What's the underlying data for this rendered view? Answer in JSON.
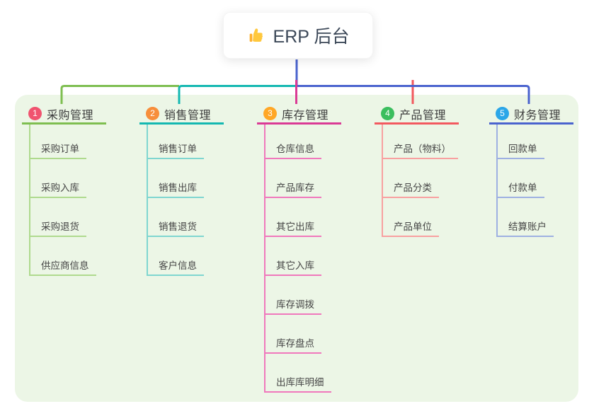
{
  "root": {
    "title": "ERP 后台",
    "icon": "thumbs-up-icon",
    "line_color": "#4A63CE"
  },
  "panel": {
    "bg_color": "#ECF6E6"
  },
  "branches": [
    {
      "badge": "1",
      "badge_color": "#F0536F",
      "label": "采购管理",
      "line_color": "#7EBE50",
      "child_line_color": "#AFDA8E",
      "children": [
        "采购订单",
        "采购入库",
        "采购退货",
        "供应商信息"
      ]
    },
    {
      "badge": "2",
      "badge_color": "#F78E3B",
      "label": "销售管理",
      "line_color": "#14B8B1",
      "child_line_color": "#7FD6D0",
      "children": [
        "销售订单",
        "销售出库",
        "销售退货",
        "客户信息"
      ]
    },
    {
      "badge": "3",
      "badge_color": "#FFA726",
      "label": "库存管理",
      "line_color": "#DA3A95",
      "child_line_color": "#F078BC",
      "children": [
        "仓库信息",
        "产品库存",
        "其它出库",
        "其它入库",
        "库存调拨",
        "库存盘点",
        "出库库明细"
      ]
    },
    {
      "badge": "4",
      "badge_color": "#3BBE5E",
      "label": "产品管理",
      "line_color": "#F2595F",
      "child_line_color": "#F8A0A0",
      "children": [
        "产品（物料）",
        "产品分类",
        "产品单位"
      ]
    },
    {
      "badge": "5",
      "badge_color": "#2BA6E8",
      "label": "财务管理",
      "line_color": "#4A63CE",
      "child_line_color": "#9EB0E2",
      "children": [
        "回款单",
        "付款单",
        "结算账户"
      ]
    }
  ]
}
